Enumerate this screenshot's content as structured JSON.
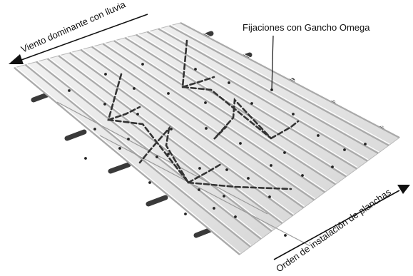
{
  "labels": {
    "wind": "Viento dominante con lluvia",
    "fixings": "Fijaciones con Gancho Omega",
    "order": "Orden de instalación de planchas"
  },
  "colors": {
    "sheet_light": "#eeeeee",
    "sheet_mid": "#d6d6d6",
    "rib_shadow": "#a9a9a9",
    "support": "#3a3a3a",
    "dash": "#333333",
    "fixing": "#222222",
    "arrow": "#111111"
  },
  "icons": {
    "wind_arrow": "arrow-left-icon",
    "order_arrow": "arrow-right-icon"
  }
}
